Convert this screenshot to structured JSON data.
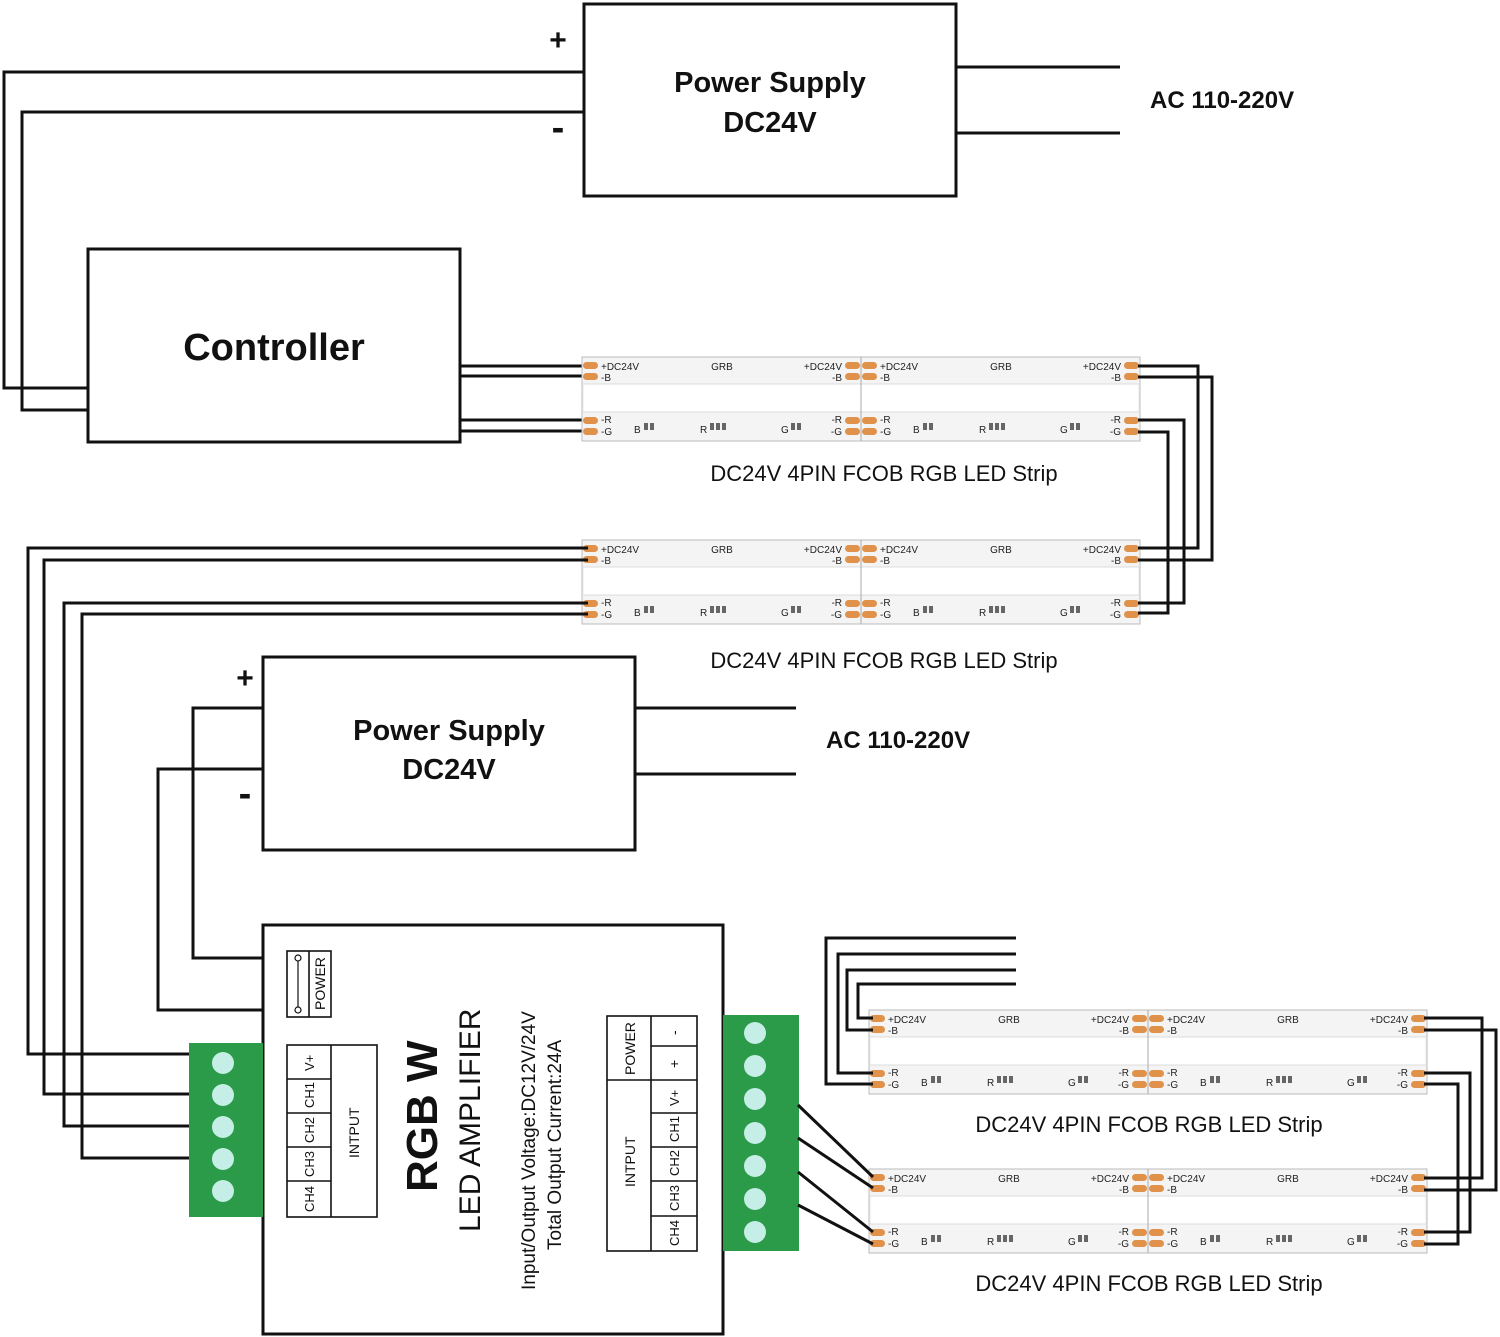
{
  "colors": {
    "ink": "#111111",
    "pad": "#e0914a",
    "terminal_green": "#2b9a49",
    "terminal_hole": "#c4eee6",
    "strip_bg": "#f4f4f4"
  },
  "power_supply_top": {
    "line1": "Power Supply",
    "line2": "DC24V",
    "plus": "+",
    "minus": "-"
  },
  "ac_top": "AC 110-220V",
  "controller": {
    "label": "Controller"
  },
  "power_supply_bottom": {
    "line1": "Power Supply",
    "line2": "DC24V",
    "plus": "+",
    "minus": "-"
  },
  "ac_bottom": "AC 110-220V",
  "strip_caption": "DC24V 4PIN FCOB RGB LED Strip",
  "strip_pads": {
    "vplus": "+DC24V",
    "b": "-B",
    "r": "-R",
    "g": "-G",
    "grb": "GRB",
    "chip_b": "B",
    "chip_r": "R",
    "chip_g": "G"
  },
  "amplifier": {
    "title": "RGB W",
    "subtitle": "LED AMPLIFIER",
    "spec1": "Input/Output Voltage:DC12V/24V",
    "spec2": "Total Output Current:24A",
    "left_block": {
      "power": "POWER",
      "input": "INTPUT",
      "pins": [
        "V+",
        "CH1",
        "CH2",
        "CH3",
        "CH4"
      ]
    },
    "right_block": {
      "power": "POWER",
      "input": "INTPUT",
      "plus": "+",
      "minus": "-",
      "pins": [
        "V+",
        "CH1",
        "CH2",
        "CH3",
        "CH4"
      ]
    }
  }
}
